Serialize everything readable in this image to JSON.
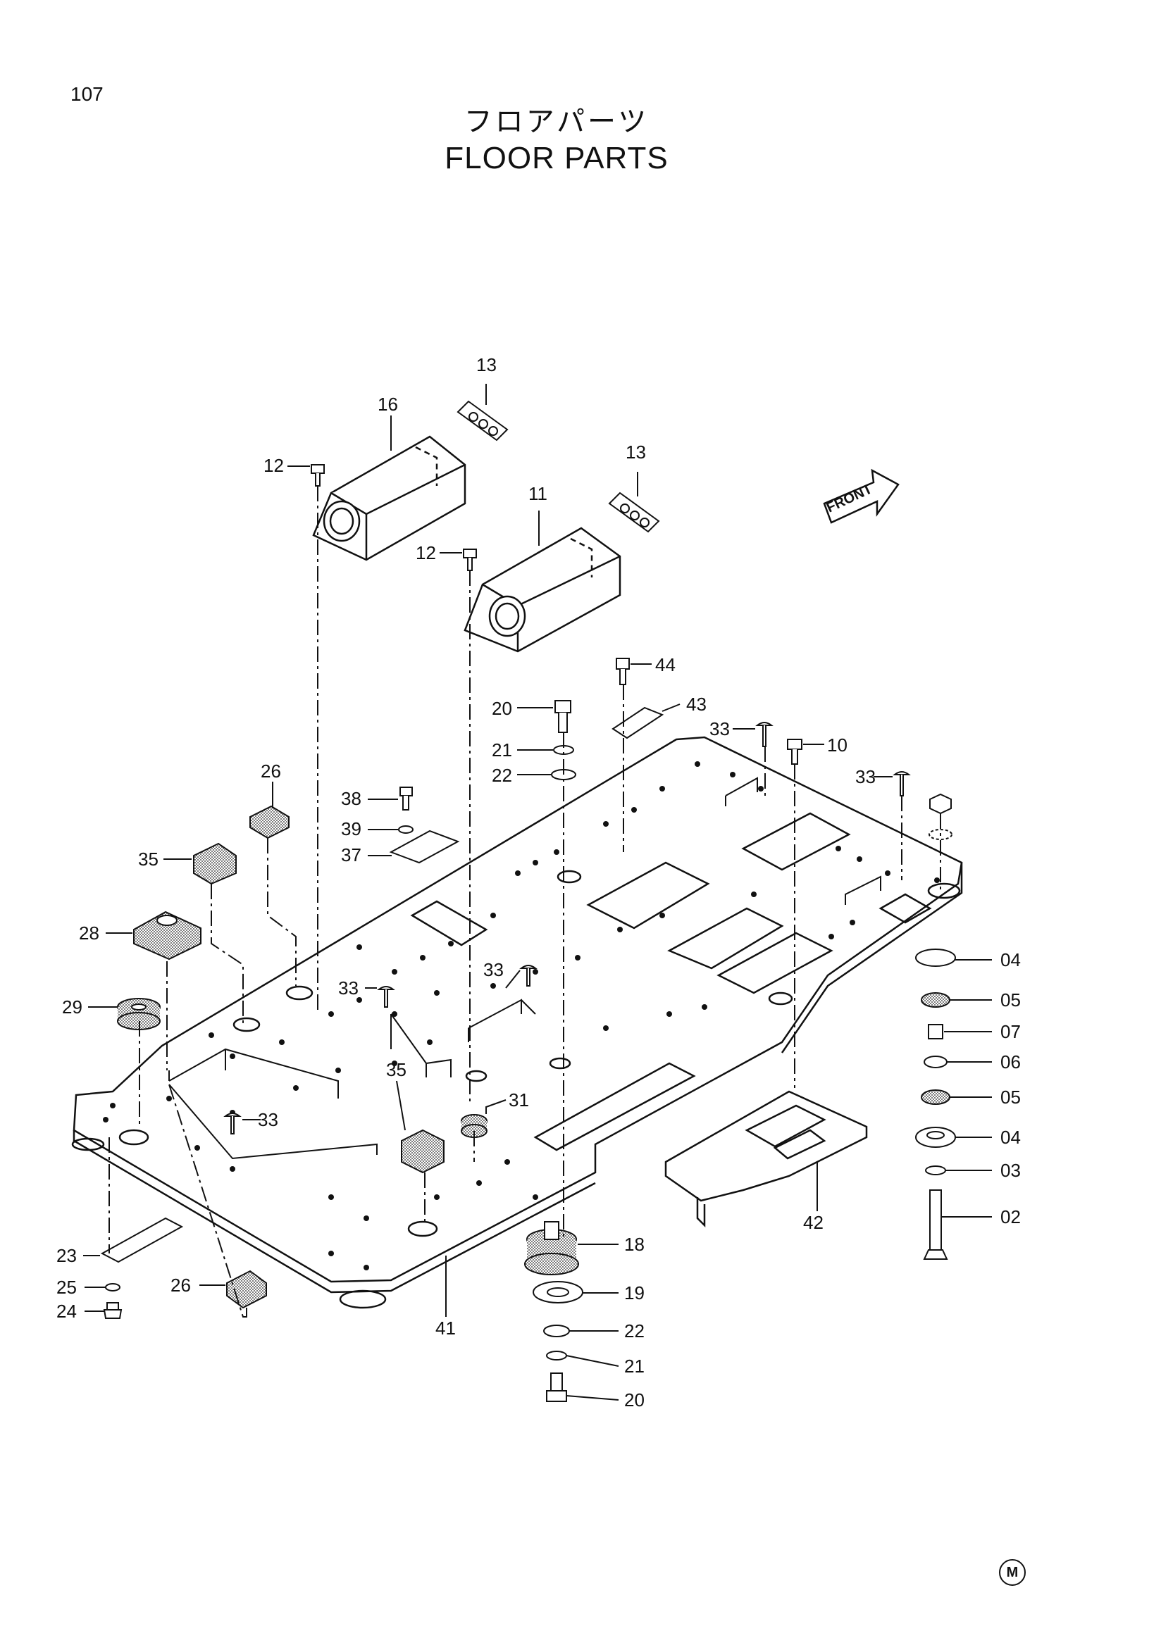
{
  "page_number": "107",
  "title_jp": "フロアパーツ",
  "title_en": "FLOOR PARTS",
  "front_label": "FRONT",
  "corner_mark": "M",
  "callouts": {
    "c02": "02",
    "c03": "03",
    "c04a": "04",
    "c04b": "04",
    "c05a": "05",
    "c05b": "05",
    "c06": "06",
    "c07": "07",
    "c10": "10",
    "c11": "11",
    "c12a": "12",
    "c12b": "12",
    "c13a": "13",
    "c13b": "13",
    "c16": "16",
    "c18": "18",
    "c19": "19",
    "c20a": "20",
    "c20b": "20",
    "c21a": "21",
    "c21b": "21",
    "c22a": "22",
    "c22b": "22",
    "c23": "23",
    "c24": "24",
    "c25": "25",
    "c26a": "26",
    "c26b": "26",
    "c28": "28",
    "c29": "29",
    "c31": "31",
    "c33a": "33",
    "c33b": "33",
    "c33c": "33",
    "c33d": "33",
    "c33e": "33",
    "c35a": "35",
    "c35b": "35",
    "c37": "37",
    "c38": "38",
    "c39": "39",
    "c41": "41",
    "c42": "42",
    "c43": "43",
    "c44": "44"
  }
}
